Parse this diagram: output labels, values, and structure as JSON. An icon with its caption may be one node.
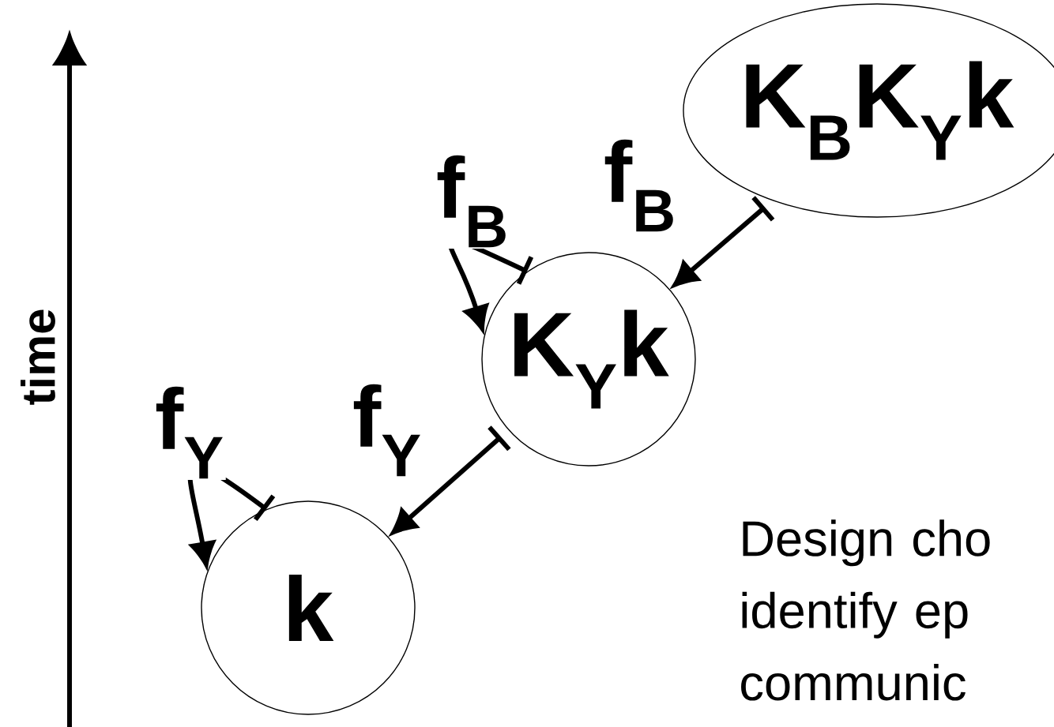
{
  "diagram": {
    "nodes": [
      {
        "text": [
          "K$_{B}$K$_{Y}$k"
        ]
      },
      {
        "text": [
          "K$_{Y}$k"
        ]
      },
      {
        "text": [
          "k"
        ]
      }
    ],
    "edges": [
      {
        "from": 0,
        "to": 1,
        "arrow": "to",
        "label": "f$_{B}$"
      },
      {
        "from": 1,
        "to": 1,
        "arrow": "to",
        "label": "f$_{B}$"
      },
      {
        "from": 1,
        "to": 2,
        "arrow": "to",
        "label": "f$_{Y}$"
      },
      {
        "from": 2,
        "to": 2,
        "arrow": "to",
        "label": "f$_{Y}$"
      }
    ],
    "labels": [
      "time",
      "Design cho identify ep communic"
    ]
  }
}
